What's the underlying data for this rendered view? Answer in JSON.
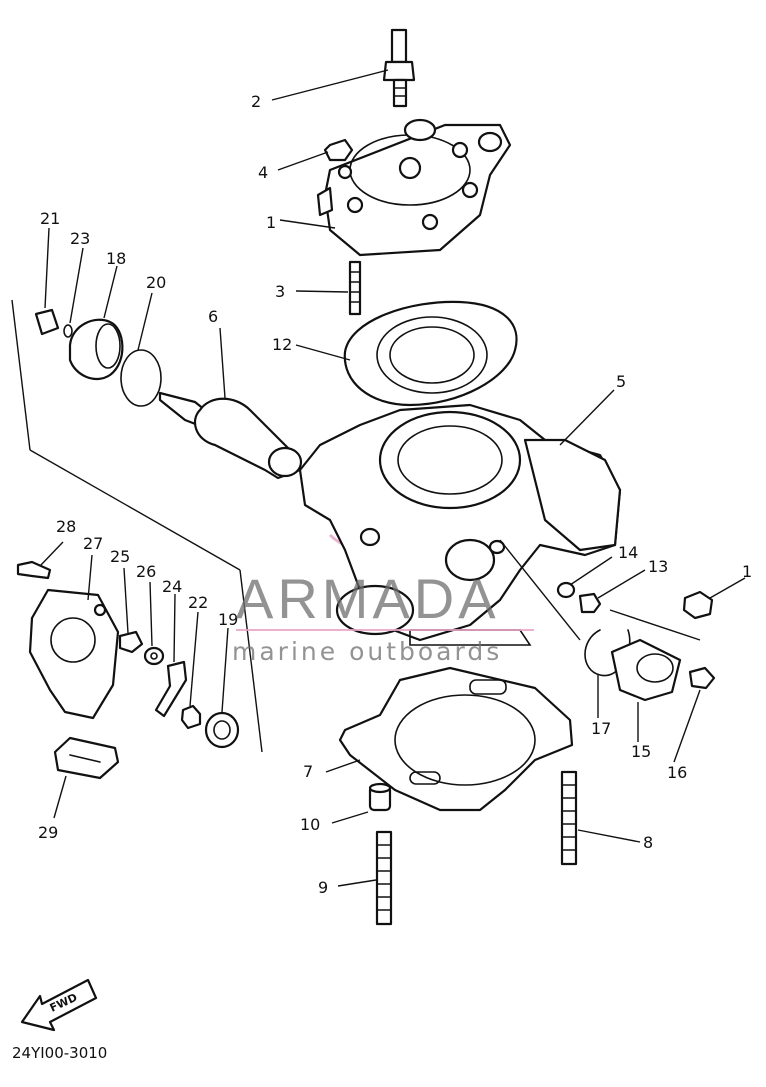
{
  "callouts": [
    {
      "id": "1a",
      "label": "1"
    },
    {
      "id": "2",
      "label": "2"
    },
    {
      "id": "3",
      "label": "3"
    },
    {
      "id": "4",
      "label": "4"
    },
    {
      "id": "5",
      "label": "5"
    },
    {
      "id": "6",
      "label": "6"
    },
    {
      "id": "7",
      "label": "7"
    },
    {
      "id": "8",
      "label": "8"
    },
    {
      "id": "9",
      "label": "9"
    },
    {
      "id": "10",
      "label": "10"
    },
    {
      "id": "12",
      "label": "12"
    },
    {
      "id": "13",
      "label": "13"
    },
    {
      "id": "14",
      "label": "14"
    },
    {
      "id": "15",
      "label": "15"
    },
    {
      "id": "16",
      "label": "16"
    },
    {
      "id": "17",
      "label": "17"
    },
    {
      "id": "1b",
      "label": "1"
    },
    {
      "id": "18",
      "label": "18"
    },
    {
      "id": "19",
      "label": "19"
    },
    {
      "id": "20",
      "label": "20"
    },
    {
      "id": "21",
      "label": "21"
    },
    {
      "id": "22",
      "label": "22"
    },
    {
      "id": "23",
      "label": "23"
    },
    {
      "id": "24",
      "label": "24"
    },
    {
      "id": "25",
      "label": "25"
    },
    {
      "id": "26",
      "label": "26"
    },
    {
      "id": "27",
      "label": "27"
    },
    {
      "id": "28",
      "label": "28"
    },
    {
      "id": "29",
      "label": "29"
    }
  ],
  "watermark": {
    "title": "ARMADA",
    "subtitle": "marine outboards",
    "accent_color": "#e7a4c7"
  },
  "fwd_label": "FWD",
  "diagram_code": "24YI00-3010",
  "icons": {
    "fwd_arrow": "fwd-arrow-icon",
    "watermark_logo": "armada-logo-icon"
  }
}
